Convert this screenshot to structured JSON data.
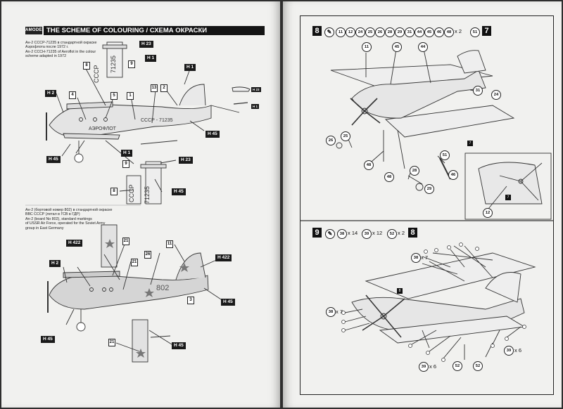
{
  "left_page": {
    "logo": "AMODEL",
    "title": "THE SCHEME OF COLOURING / СХЕМА ОКРАСКИ",
    "scheme1_caption": [
      "Ан-2 СССР-71235 в стандартной окраске",
      "Аэрофлота после 1972 г.",
      "An-2 CCCH-71235 of Aeroflot in the colour",
      "scheme adapted in 1972"
    ],
    "scheme2_caption": [
      "Ан-2 (бортовой номер 802) в стандартной окраске",
      "ВВС СССР (летал в ГСВ в ГДР)",
      "An-2 (board No 802), standard markings",
      "of USSR Air Force, operated for the Soviet Army",
      "group in East Germany"
    ],
    "labels": {
      "h23": "H 23",
      "h1": "H 1",
      "h2": "H 2",
      "h45": "H 45",
      "h422": "H 422"
    },
    "decals": [
      "8",
      "9",
      "4",
      "5",
      "1",
      "13",
      "2",
      "26",
      "11",
      "21",
      "3",
      "8",
      "9",
      "21",
      "21"
    ],
    "reg_fuselage": "СССР - 71235",
    "reg_tail": "71235",
    "reg_country": "СССР",
    "airline_text": "АЭРОФЛОТ",
    "board_number": "802"
  },
  "right_page": {
    "step8": {
      "number": "8",
      "parts": [
        "11",
        "12",
        "24",
        "25",
        "26",
        "28",
        "29",
        "31",
        "44",
        "45",
        "46",
        "48"
      ],
      "multiplier": "x 2",
      "part_51": "51",
      "next": "7",
      "callouts": [
        "11",
        "45",
        "44",
        "31",
        "24",
        "26",
        "25",
        "51",
        "48",
        "28",
        "46",
        "48",
        "29",
        "12",
        "7",
        "7"
      ]
    },
    "step9": {
      "number": "9",
      "q38": "38",
      "x14": "x 14",
      "q39": "39",
      "x12": "x 12",
      "q52": "52",
      "x2": "x 2",
      "next": "8",
      "callouts": [
        "38",
        "38",
        "39",
        "39",
        "52",
        "52"
      ],
      "callout_mult": [
        "x 7",
        "x 7",
        "x 6",
        "x 6"
      ],
      "box": "8"
    }
  },
  "colors": {
    "paper": "#f1f1ef",
    "label_bg": "#1a1a1a",
    "star": "#888"
  }
}
